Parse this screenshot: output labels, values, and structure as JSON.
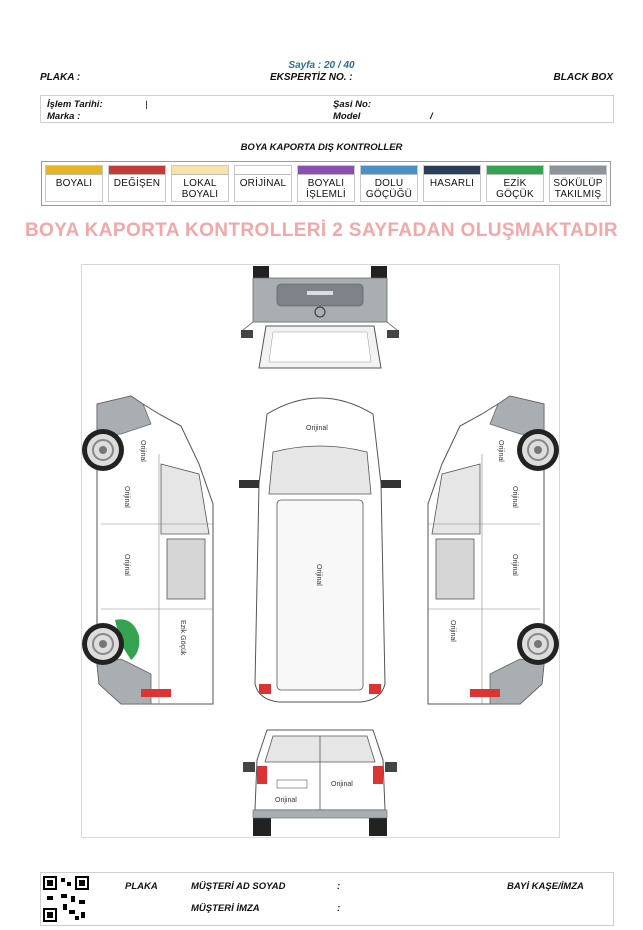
{
  "header": {
    "page_counter": "Sayfa : 20 / 40",
    "plaka_label": "PLAKA :",
    "ekspertiz_label": "EKSPERTİZ NO. :",
    "package_name": "BLACK BOX"
  },
  "info": {
    "islem_tarihi_label": "İşlem Tarihi:",
    "islem_tarihi_value": "|",
    "marka_label": "Marka :",
    "sasi_label": "Şasi No:",
    "model_label": "Model",
    "model_value": "/"
  },
  "section_title": "BOYA KAPORTA DIŞ KONTROLLER",
  "legend": [
    {
      "label": "BOYALI",
      "color": "#e3b622"
    },
    {
      "label": "DEĞİŞEN",
      "color": "#c23b36"
    },
    {
      "label": "LOKAL\nBOYALI",
      "color": "#f6e3a6"
    },
    {
      "label": "ORİJİNAL",
      "color": "#ffffff"
    },
    {
      "label": "BOYALI\nİŞLEMLİ",
      "color": "#8a4fb3"
    },
    {
      "label": "DOLU\nGÖÇÜĞÜ",
      "color": "#4a90c8"
    },
    {
      "label": "HASARLI",
      "color": "#2b3d57"
    },
    {
      "label": "EZİK\nGÖÇÜK",
      "color": "#33a350"
    },
    {
      "label": "SÖKÜLÜP\nTAKILMIŞ",
      "color": "#8c9499"
    }
  ],
  "banner": "BOYA KAPORTA KONTROLLERİ 2 SAYFADAN OLUŞMAKTADIR",
  "diagram": {
    "label_original": "Orijinal",
    "label_ezik": "Ezik Göçük",
    "color_default": "#ffffff",
    "color_sokulup": "#a9aeb2",
    "color_ezik": "#33a350"
  },
  "footer": {
    "plaka_label": "PLAKA",
    "musteri_ad_label": "MÜŞTERİ AD SOYAD",
    "musteri_imza_label": "MÜŞTERİ İMZA",
    "colon1": ":",
    "colon2": ":",
    "bayi_label": "BAYİ KAŞE/İMZA"
  }
}
